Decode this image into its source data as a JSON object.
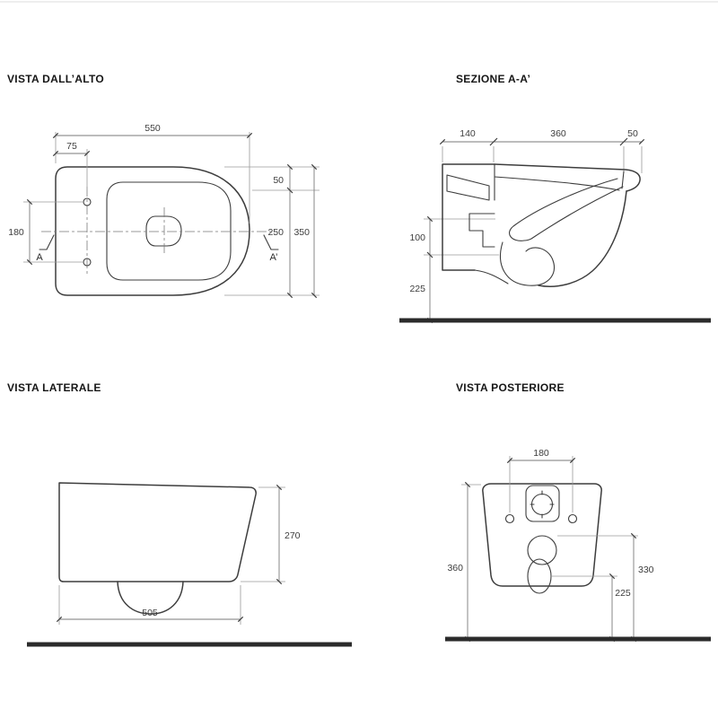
{
  "views": {
    "top": {
      "title": "VISTA DALL’ALTO",
      "dims": {
        "d550": "550",
        "d75": "75",
        "d50": "50",
        "d250": "250",
        "d350": "350",
        "d180": "180"
      },
      "markers": {
        "a": "A",
        "a1": "A’"
      }
    },
    "section": {
      "title": "SEZIONE A-A’",
      "dims": {
        "d140": "140",
        "d360": "360",
        "d50": "50",
        "d100": "100",
        "d225": "225"
      }
    },
    "side": {
      "title": "VISTA LATERALE",
      "dims": {
        "d270": "270",
        "d505": "505"
      }
    },
    "rear": {
      "title": "VISTA POSTERIORE",
      "dims": {
        "d180": "180",
        "d360": "360",
        "d330": "330",
        "d225": "225"
      }
    }
  }
}
